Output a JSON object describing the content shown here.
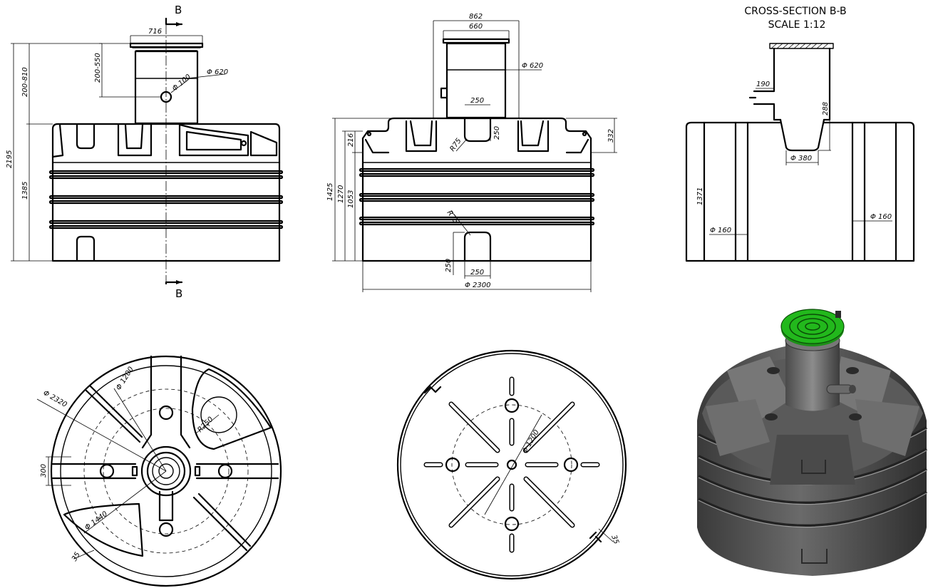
{
  "section": {
    "title": "CROSS-SECTION B-B",
    "scale": "SCALE 1:12",
    "marker": "B"
  },
  "front": {
    "neck_width": "716",
    "neck_diameter": "Φ 620",
    "port_diameter": "Φ 100",
    "neck_height": "200-550",
    "lid_height": "200-810",
    "total_height": "2195",
    "body_height": "1385"
  },
  "side": {
    "lid_width": "862",
    "neck_width": "660",
    "neck_diameter": "Φ 620",
    "pocket_width": "250",
    "pocket_depth": "250",
    "fillet": "R75",
    "rib_height": "216",
    "h1425": "1425",
    "h1270": "1270",
    "h1053": "1053",
    "h332": "332",
    "bottom_fillet": "R75",
    "bottom_pocket_height": "250",
    "bottom_pocket_width": "250",
    "diameter": "Φ 2300"
  },
  "cross": {
    "port_offset": "190",
    "sump_depth": "288",
    "sump_diameter": "Φ 380",
    "height": "1371",
    "wall_left": "Φ 160",
    "wall_right": "Φ 160"
  },
  "top": {
    "outer_diameter": "Φ 2320",
    "inner_diameter": "Φ 1200",
    "fillet": "R250",
    "pad_height": "300",
    "ring_diameter": "Φ 1440",
    "slot_width": "35"
  },
  "bottom": {
    "ring_diameter": "Φ 1200",
    "slot_width": "35"
  },
  "colors": {
    "line": "#000000",
    "lid": "#22b81c",
    "body_dark": "#3c3c3c",
    "body_mid": "#5e5e5e",
    "body_light": "#8a8a8a"
  }
}
